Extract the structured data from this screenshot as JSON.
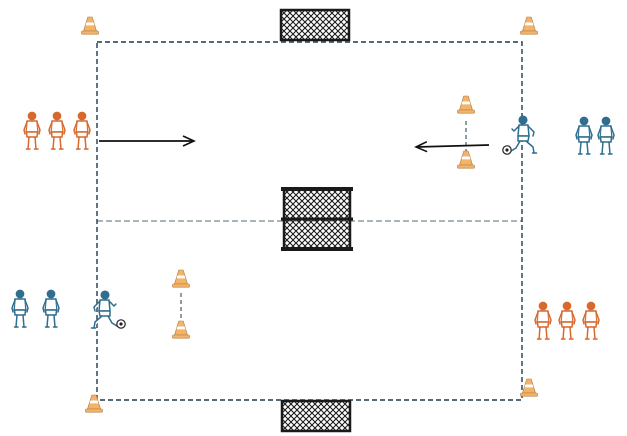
{
  "colors": {
    "field_line": "#1f3a4d",
    "cone_fill": "#f2b36b",
    "cone_stripe": "#ffffff",
    "team_orange": "#d7692e",
    "team_blue": "#2f6e8e",
    "net": "#1a1a1a",
    "arrow": "#111111"
  },
  "icons": {
    "cone": "cone-icon",
    "goal": "goal-net-icon",
    "player": "player-icon",
    "ball": "ball-icon",
    "arrow": "arrow-icon"
  },
  "drill": {
    "teams": [
      "orange",
      "blue"
    ],
    "waiting_players_per_group": [
      3,
      2,
      2,
      3
    ],
    "active_players_with_ball": 2,
    "goals": 3,
    "cones": 8,
    "arrows": 2
  }
}
